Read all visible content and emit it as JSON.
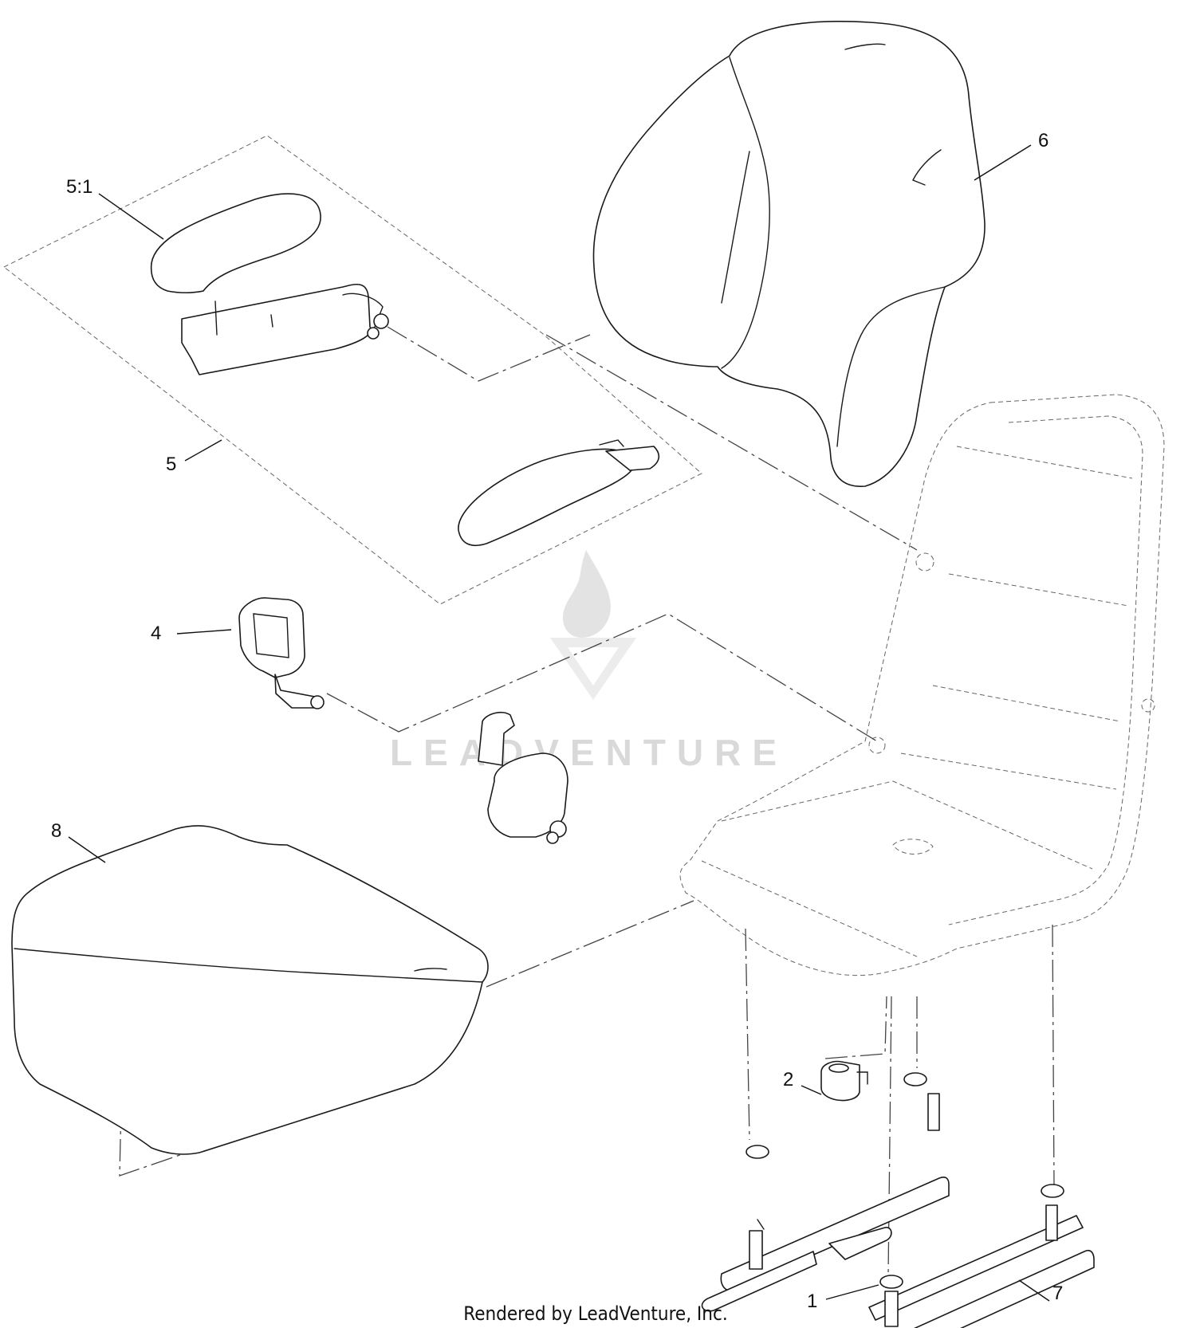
{
  "diagram": {
    "callouts": [
      {
        "id": "1",
        "label": "1"
      },
      {
        "id": "2",
        "label": "2"
      },
      {
        "id": "4",
        "label": "4"
      },
      {
        "id": "5",
        "label": "5"
      },
      {
        "id": "5_1",
        "label": "5:1"
      },
      {
        "id": "6",
        "label": "6"
      },
      {
        "id": "7",
        "label": "7"
      },
      {
        "id": "8",
        "label": "8"
      }
    ],
    "watermark": {
      "text": "LEADVENTURE"
    },
    "credit": "Rendered by LeadVenture, Inc.",
    "colors": {
      "line": "#1a1a1a",
      "watermark": "#d9d9d9",
      "background": "#ffffff"
    }
  }
}
